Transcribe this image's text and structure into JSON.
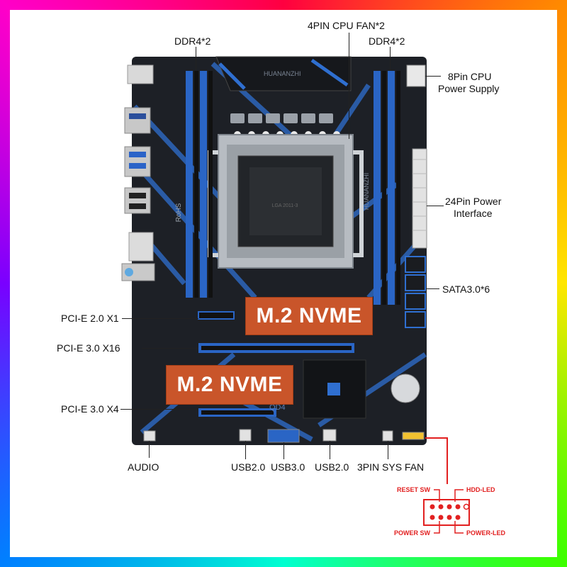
{
  "product": {
    "brand_silk": "HUANANZHI",
    "brand_silk_right": "HUANANZHI",
    "model_silk": "QD4",
    "board_cert": "RoHS"
  },
  "labels": {
    "ddr4_left": "DDR4*2",
    "cpu_fan": "4PIN CPU FAN*2",
    "ddr4_right": "DDR4*2",
    "cpu_power_l1": "8Pin CPU",
    "cpu_power_l2": "Power Supply",
    "atx_power_l1": "24Pin Power",
    "atx_power_l2": "Interface",
    "sata": "SATA3.0*6",
    "pcie_x1": "PCI-E 2.0 X1",
    "pcie_x16": "PCI-E 3.0 X16",
    "pcie_x4": "PCI-E 3.0 X4",
    "audio": "AUDIO",
    "usb20_a": "USB2.0",
    "usb30": "USB3.0",
    "usb20_b": "USB2.0",
    "sys_fan": "3PIN SYS FAN"
  },
  "badges": {
    "nvme_top": "M.2 NVME",
    "nvme_bottom": "M.2 NVME"
  },
  "front_panel": {
    "reset_sw": "RESET SW",
    "hdd_led": "HDD-LED",
    "power_sw": "POWER SW",
    "power_led": "POWER-LED"
  },
  "colors": {
    "frame_style": "rainbow-gradient",
    "pcb": "#1d2026",
    "accent_blue": "#2f6fd0",
    "nvme_badge": "#c9552a",
    "pin_red": "#e22020"
  }
}
